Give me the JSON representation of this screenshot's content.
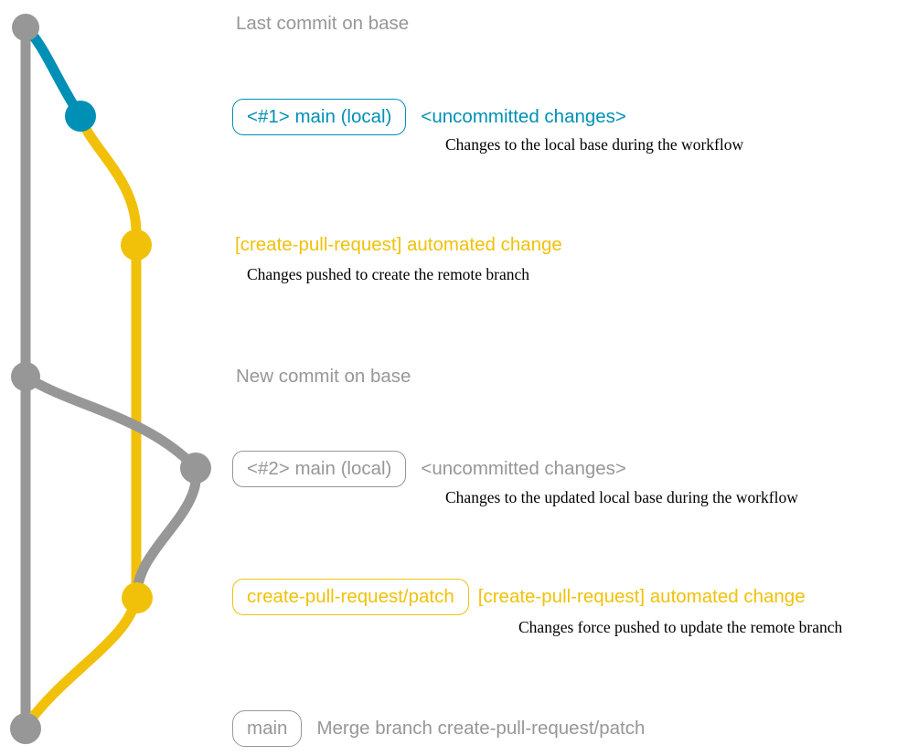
{
  "colors": {
    "gray": "#979797",
    "blue": "#008fb5",
    "yellow": "#f1c109",
    "description_text": "#000000",
    "background": "#ffffff"
  },
  "graph": {
    "type": "git-branch-diagram",
    "branches": [
      {
        "name": "base",
        "color": "#979797"
      },
      {
        "name": "main-local",
        "color": "#008fb5"
      },
      {
        "name": "create-pull-request/patch",
        "color": "#f1c109"
      }
    ],
    "commit_dots": [
      {
        "name": "last-commit-on-base",
        "color": "#979797"
      },
      {
        "name": "uncommitted-changes-1",
        "color": "#008fb5"
      },
      {
        "name": "automated-change-1",
        "color": "#f1c109"
      },
      {
        "name": "new-commit-on-base",
        "color": "#979797"
      },
      {
        "name": "uncommitted-changes-2",
        "color": "#979797"
      },
      {
        "name": "automated-change-2",
        "color": "#f1c109"
      },
      {
        "name": "merge-commit",
        "color": "#979797"
      }
    ]
  },
  "rows": {
    "last_commit": {
      "label": "Last commit on base"
    },
    "commit1": {
      "badge": "<#1> main (local)",
      "message": "<uncommitted changes>",
      "description": "Changes to the local base during the workflow"
    },
    "push1": {
      "message": "[create-pull-request] automated change",
      "description": "Changes pushed to create the remote branch"
    },
    "new_commit": {
      "label": "New commit on base"
    },
    "commit2": {
      "badge": "<#2> main (local)",
      "message": "<uncommitted changes>",
      "description": "Changes to the updated local base during the workflow"
    },
    "push2": {
      "badge": "create-pull-request/patch",
      "message": "[create-pull-request] automated change",
      "description": "Changes force pushed to update the remote branch"
    },
    "merge": {
      "badge": "main",
      "message": "Merge branch create-pull-request/patch"
    }
  }
}
